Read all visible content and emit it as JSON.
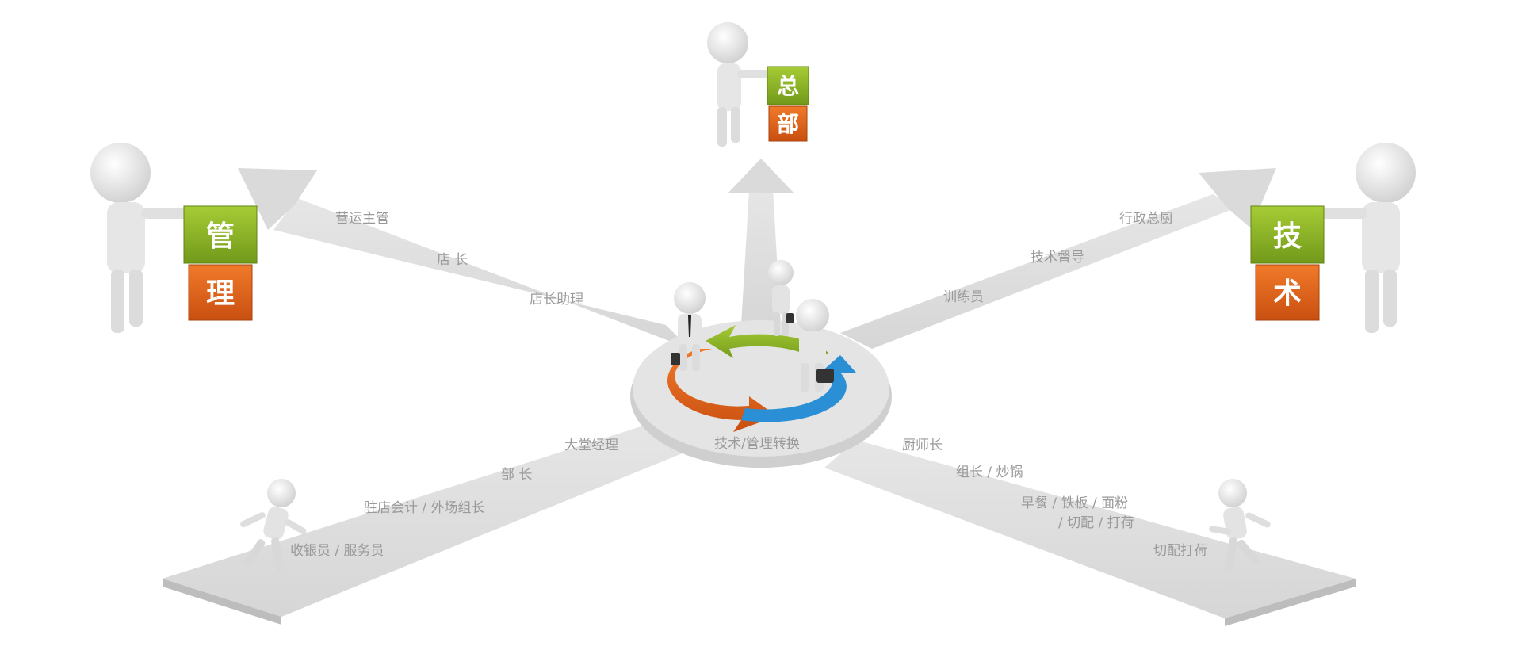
{
  "top_box": {
    "char1": "总",
    "char2": "部"
  },
  "left_box": {
    "char1": "管",
    "char2": "理"
  },
  "right_box": {
    "char1": "技",
    "char2": "术"
  },
  "center_label": "技术/管理转换",
  "upper_left_path": [
    "营运主管",
    "店 长",
    "店长助理"
  ],
  "upper_right_path": [
    "行政总厨",
    "技术督导",
    "训练员"
  ],
  "lower_left_path": [
    "大堂经理",
    "部 长",
    "驻店会计 / 外场组长",
    "收银员 / 服务员"
  ],
  "lower_right_path": [
    "厨师长",
    "组长 / 炒锅",
    "早餐 / 铁板 / 面粉",
    "/ 切配 / 打荷",
    "切配打荷"
  ],
  "colors": {
    "green": "#8ab51f",
    "orange": "#e6661a",
    "blue": "#2b8fd6",
    "road": "#dcdcdc",
    "label": "#9a9a9a"
  }
}
